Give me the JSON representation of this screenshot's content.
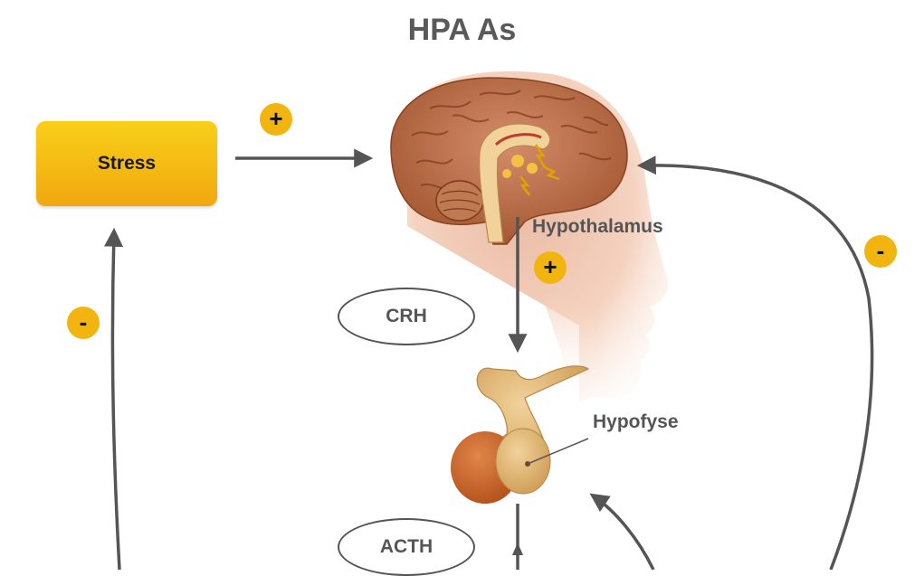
{
  "diagram": {
    "title": "HPA As",
    "nodes": {
      "stress": "Stress",
      "hypothalamus": "Hypothalamus",
      "hypofyse": "Hypofyse",
      "crh": "CRH",
      "acth": "ACTH"
    },
    "signs": {
      "stress_to_brain": "+",
      "hypothalamus_to_hypofyse": "+",
      "feedback_to_stress": "-",
      "feedback_to_hypothalamus": "-"
    },
    "colors": {
      "accent": "#f2b40f",
      "arrow": "#555555",
      "text": "#595959",
      "box": "#f8cf1a"
    }
  }
}
